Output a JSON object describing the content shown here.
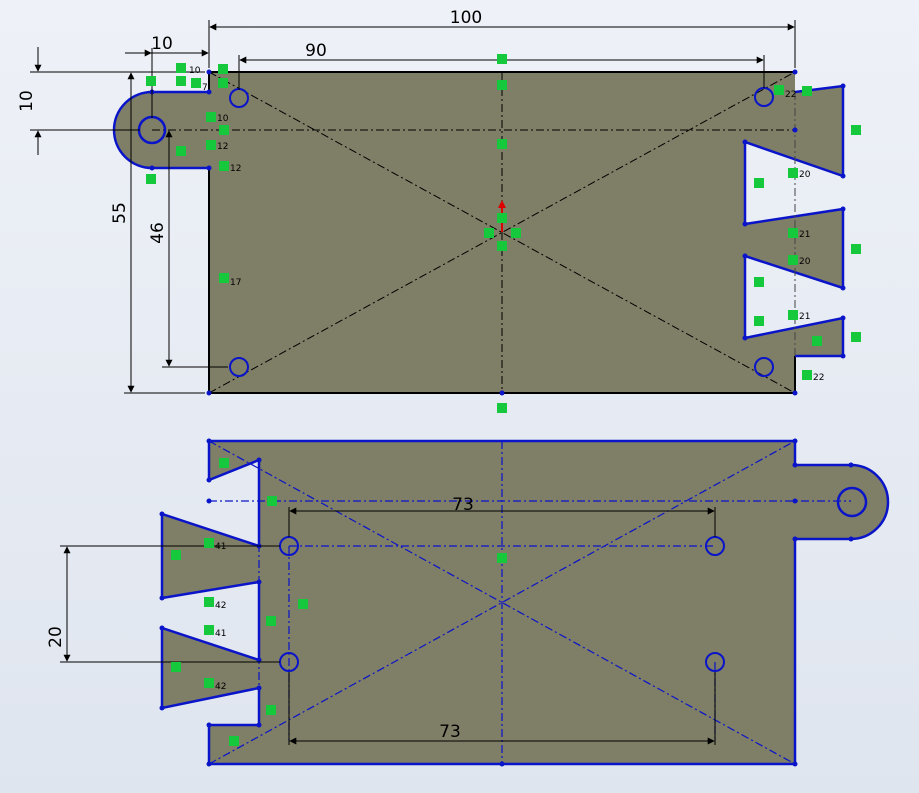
{
  "top_view": {
    "dimensions": [
      "100",
      "90",
      "10",
      "10",
      "55",
      "46"
    ],
    "relation_labels": [
      "10",
      "7",
      "10",
      "12",
      "12",
      "17",
      "22",
      "20",
      "21",
      "20",
      "21",
      "22"
    ]
  },
  "bottom_view": {
    "dimensions": [
      "73",
      "73",
      "20"
    ],
    "relation_labels": [
      "41",
      "42",
      "41",
      "42"
    ]
  },
  "colors": {
    "plate_fill": "#7f7e66",
    "sketch_line": "#0a14c8",
    "dimension_line": "#000000",
    "relation_marker": "#16c83c"
  }
}
